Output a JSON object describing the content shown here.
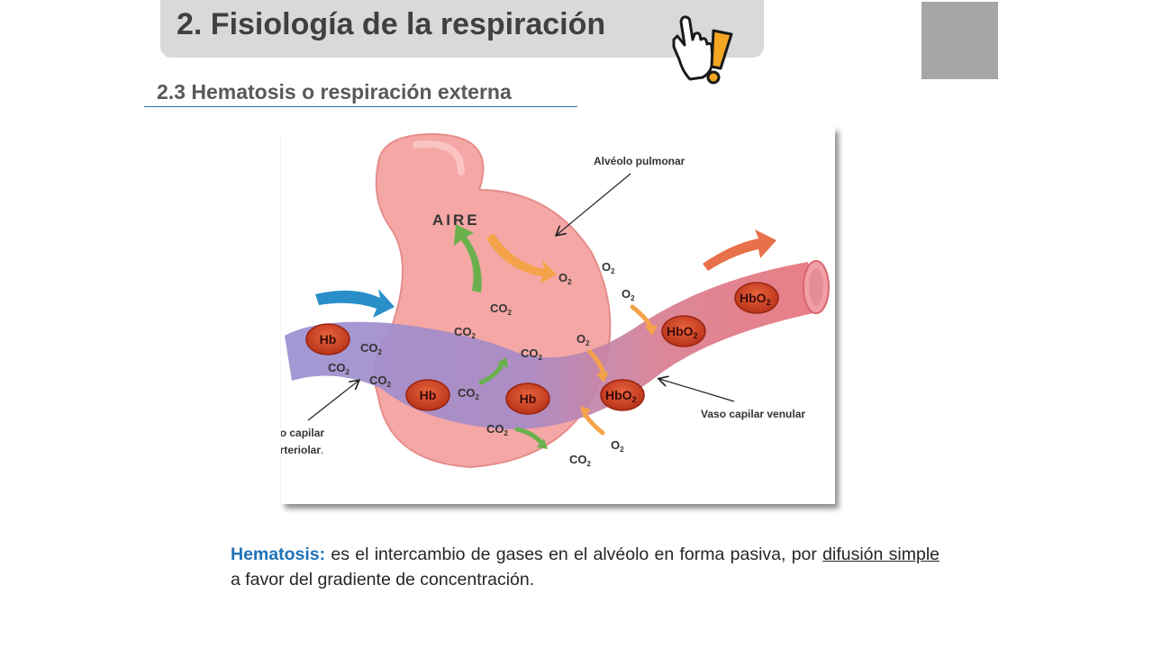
{
  "header": {
    "title": "2. Fisiología de la respiración",
    "subtitle": "2.3 Hematosis o respiración externa",
    "icon": "pointing-hand-exclamation-icon"
  },
  "diagram": {
    "labels": {
      "alveolo": "Alvéolo pulmonar",
      "aire": "AIRE",
      "venular": "Vaso capilar venular",
      "arteriolar_1": "Vaso capilar",
      "arteriolar_2": "arteriolar",
      "arteriolar_dot": "."
    },
    "molecules": {
      "o2": "O",
      "co2": "CO",
      "sub": "2",
      "hb": "Hb",
      "hbo2": "HbO"
    },
    "colors": {
      "alveolus": "#f4a7a5",
      "venous_vessel": "#9a8fd1",
      "arterial_vessel": "#e8737a",
      "cell": "#d84a2a",
      "o2_arrow": "#f4a34a",
      "co2_arrow": "#6ab04c",
      "accent_blue": "#1f72b8"
    }
  },
  "description": {
    "term": "Hematosis:",
    "text_1": " es el intercambio de gases en el alvéolo en forma pasiva, por ",
    "underlined": "difusión simple",
    "text_2": " a favor del gradiente de concentración."
  }
}
